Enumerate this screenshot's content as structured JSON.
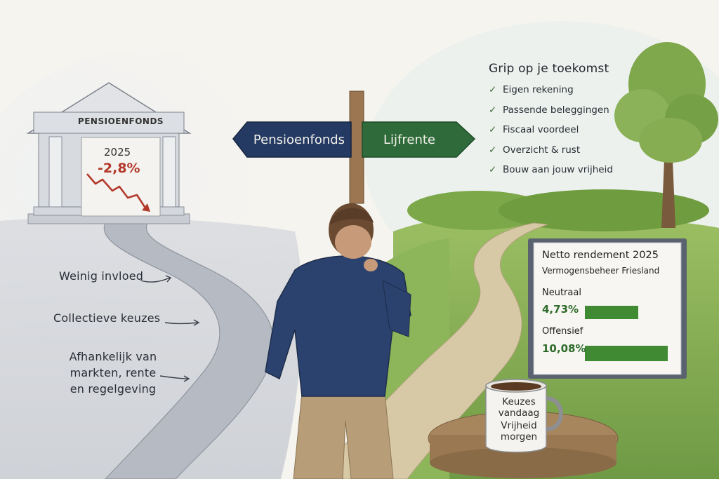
{
  "sign": {
    "left_label": "Pensioenfonds",
    "right_label": "Lijfrente",
    "left_color": "#243a63",
    "right_color": "#2f6b3a"
  },
  "building": {
    "name": "PENSIOENFONDS",
    "year": "2025",
    "return": "-2,8%",
    "trend_color": "#b33a2b"
  },
  "left_notes": [
    "Weinig invloed",
    "Collectieve keuzes",
    "Afhankelijk van\nmarkten, rente\nen regelgeving"
  ],
  "benefits": {
    "title": "Grip op je toekomst",
    "items": [
      "Eigen rekening",
      "Passende beleggingen",
      "Fiscaal voordeel",
      "Overzicht & rust",
      "Bouw aan jouw vrijheid"
    ]
  },
  "board": {
    "title": "Netto rendement 2025",
    "subtitle": "Vermogensbeheer Friesland",
    "rows": [
      {
        "label": "Neutraal",
        "value": "4,73%",
        "fraction": 0.47
      },
      {
        "label": "Offensief",
        "value": "10,08%",
        "fraction": 1.0
      }
    ],
    "bar_color": "#3f8a33"
  },
  "mug": {
    "lines": [
      "Keuzes",
      "vandaag",
      "Vrijheid",
      "morgen"
    ]
  },
  "icons": [
    "check-icon",
    "arrow-icon",
    "down-trend-icon",
    "tree-icon",
    "signpost-icon",
    "mug-icon"
  ]
}
